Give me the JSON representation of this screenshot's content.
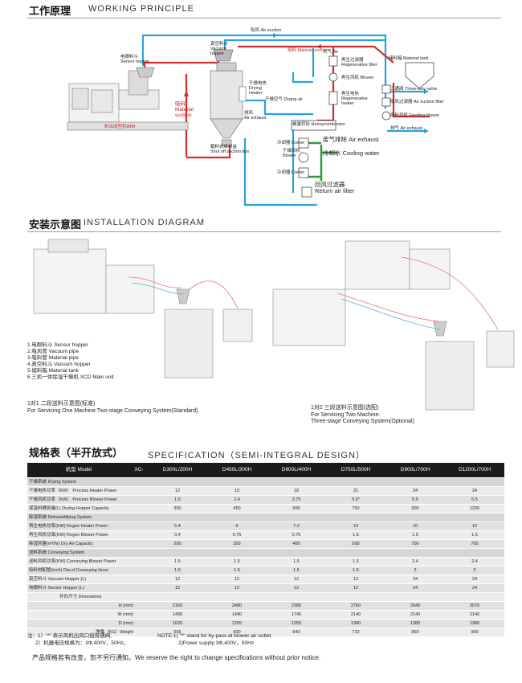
{
  "working": {
    "title_cn": "工作原理",
    "title_en": "WORKING PRINCIPLE"
  },
  "diagram": {
    "air_suction": "吸风 Air suction",
    "material_suction": "吸料 Material suction",
    "vacuum_hopper": "真空料斗\nVacuum\nhopper",
    "sensor_hopper": "电眼料斗\nSensor hopper",
    "imm": "射出成型机IMM",
    "material_suction_left": "吸料\nMaterial\nsuction",
    "drying_heater": "干燥电热\nDrying\nHeater",
    "drying_air": "干燥空气 Drying air",
    "air_exhaust_small": "排风\nAir exhaust",
    "shutoff_box": "截料式吸料盒\nShut off suction box",
    "atmosphere": "大气 Air",
    "regen_filter": "再生过滤器\nRegenerative filter",
    "regen_blower": "再生风机 Blower",
    "regen_heater": "再生电热\nRegenerative\nheater",
    "honeycomb": "蜂巢转轮 Honeycomb rotor",
    "exhaust_big": "废气排除 Air exhaust",
    "cooler_top": "冷却器 Cooler",
    "dry_blower": "干燥风机\nBlower",
    "cooling_water": "冷却水 Cooling water",
    "cooler_bottom": "冷却器 Cooler",
    "return_filter": "回风过滤器\nReturn air filter",
    "material_tank": "储料箱 Material tank",
    "three_way": "三通阀 Three-way valve",
    "air_suction_filter": "吸风过滤器 Air suction filter",
    "feeding_blower": "吸料风机 Feeding blower",
    "air_exhaust_right": "排气 Air exhaust"
  },
  "install": {
    "title_cn": "安装示意图",
    "title_en": "INSTALLATION DIAGRAM",
    "legend": [
      "1.电眼料斗 Sensor hopper",
      "2.吸风管 Vacuum pipe",
      "3.吸料管 Material pipe",
      "4.真空料斗 Vacuum hopper",
      "5.储料箱 Material tank",
      "6.三机一体除湿干燥机  XCD Main unit"
    ],
    "caption_left_1": "1对1  二段送料示意图(标准)",
    "caption_left_2": "For Servicing One Machine:Two-stage Conveying System(Standard)",
    "caption_right_1": "1对2  三段送料示意图(选配)",
    "caption_right_2": "For Servicing Two Machine:",
    "caption_right_3": "Three-stage Conveying System(Optional)"
  },
  "spec": {
    "title_cn": "规格表（半开放式）",
    "title_en": "SPECIFICATION（SEMI-INTEGRAL DESIGN）",
    "model_label": "机型 Model",
    "xc": "XC-",
    "models": [
      "D300L/200H",
      "D450L/300H",
      "D600L/400H",
      "D750L/500H",
      "D900L/700H",
      "D1200L/700H"
    ],
    "rows": [
      {
        "label": "干燥系统          Drying System",
        "type": "sys",
        "values": []
      },
      {
        "label": "干燥电热功率（KW）  Process Heater Power",
        "values": [
          "12",
          "15",
          "18",
          "21",
          "24",
          "24"
        ]
      },
      {
        "label": "干燥风机功率（KW）  Process Blower Power",
        "values": [
          "1.5",
          "2.4",
          "3.75",
          "5.5*",
          "5.5",
          "5.5"
        ]
      },
      {
        "label": "保温料桶容量(L)      Drying Hopper Capacity",
        "values": [
          "300",
          "450",
          "600",
          "750",
          "900",
          "1200"
        ]
      },
      {
        "label": "除湿系统          Dehumidifying System",
        "type": "sys",
        "values": []
      },
      {
        "label": "再生电热功率(KW)  Regen Heater Power",
        "values": [
          "5.4",
          "6",
          "7.2",
          "10",
          "10",
          "10"
        ]
      },
      {
        "label": "再生风机功率(KW)  Regen Blower Power",
        "values": [
          "0.4",
          "0.75",
          "0.75",
          "1.5",
          "1.5",
          "1.5"
        ]
      },
      {
        "label": "除湿风量(m³/hr)     Dry Air Capacity",
        "values": [
          "200",
          "300",
          "400",
          "500",
          "700",
          "700"
        ]
      },
      {
        "label": "送料系统          Conveying System",
        "type": "sys",
        "values": []
      },
      {
        "label": "送料风机功率(KW)  Conveying Blower Power",
        "values": [
          "1.5",
          "1.5",
          "1.5",
          "1.5",
          "2.4",
          "2.4"
        ]
      },
      {
        "label": "吸料材配管(inch)   Dia.of Conveying Hose",
        "values": [
          "1.5",
          "1.5",
          "1.5",
          "1.5",
          "2",
          "2"
        ]
      },
      {
        "label": "真空料斗 Vacuum Hopper (L)",
        "values": [
          "12",
          "12",
          "12",
          "12",
          "24",
          "24"
        ]
      },
      {
        "label": "电眼料斗 Sensor Hopper (L)",
        "values": [
          "12",
          "12",
          "12",
          "12",
          "24",
          "24"
        ]
      },
      {
        "label": "外形尺寸          Dimensions",
        "type": "dimhead",
        "values": []
      },
      {
        "label": "H (mm)",
        "type": "dim",
        "values": [
          "2160",
          "2480",
          "2380",
          "2760",
          "2640",
          "3070"
        ]
      },
      {
        "label": "W (mm)",
        "type": "dim",
        "values": [
          "1490",
          "1490",
          "1745",
          "2140",
          "2140",
          "2140"
        ]
      },
      {
        "label": "D (mm)",
        "type": "dim",
        "values": [
          "1020",
          "1255",
          "1255",
          "1380",
          "1380",
          "1380"
        ]
      },
      {
        "label": "净重（KG）Weight",
        "type": "dim",
        "values": [
          "565",
          "600",
          "640",
          "710",
          "850",
          "900"
        ]
      }
    ],
    "notes": {
      "cn1": "注：1）“*” 表示风机出风口接旁通阀;",
      "cn2": "2）机器电压规格为：3Φ,400V，50Hz。",
      "en1": "NOTE:1)  \"*\" stand for by-pass at blower air outlet.",
      "en2": "2)Power supply:3Φ,400V，50Hz"
    },
    "disclaimer": "产品规格若有改变，恕不另行通知。We reserve the right to change specifications without prior notice."
  },
  "colors": {
    "blue_line": "#29a3dd",
    "red_line": "#d32f2f",
    "green_line": "#2e9a3e",
    "header_bg": "#1b1b1b"
  }
}
